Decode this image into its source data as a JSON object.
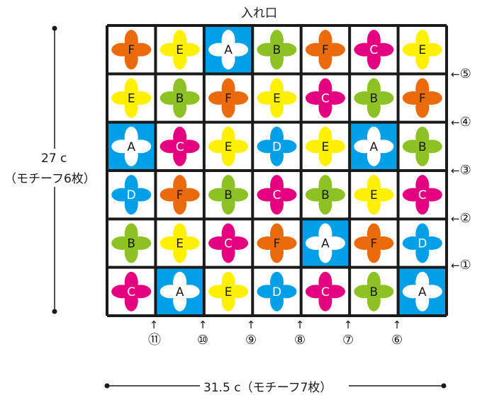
{
  "title": "入れ口",
  "height_label": {
    "value": "27 c",
    "note": "（モチーフ6枚）"
  },
  "width_label": {
    "value": "31.5 c",
    "note": "（モチーフ7枚）"
  },
  "row_markers": [
    "①",
    "②",
    "③",
    "④",
    "⑤"
  ],
  "column_markers": [
    "⑥",
    "⑦",
    "⑧",
    "⑨",
    "⑩",
    "⑪"
  ],
  "arrow_left": "←",
  "arrow_up": "↑",
  "colors": {
    "A": "#ffffff",
    "B": "#8cc223",
    "C": "#e4007f",
    "D": "#00a0e9",
    "E": "#fff100",
    "F": "#ea6a0c",
    "blue_bg": "#00a0e9",
    "grid": "#1a1a1a"
  },
  "grid": [
    [
      "F",
      "E",
      "A",
      "B",
      "F",
      "C",
      "E"
    ],
    [
      "E",
      "B",
      "F",
      "E",
      "C",
      "B",
      "F"
    ],
    [
      "A",
      "C",
      "E",
      "D",
      "E",
      "A",
      "B"
    ],
    [
      "D",
      "F",
      "B",
      "C",
      "B",
      "E",
      "C"
    ],
    [
      "B",
      "E",
      "C",
      "F",
      "A",
      "F",
      "D"
    ],
    [
      "C",
      "A",
      "E",
      "D",
      "C",
      "B",
      "A"
    ]
  ]
}
